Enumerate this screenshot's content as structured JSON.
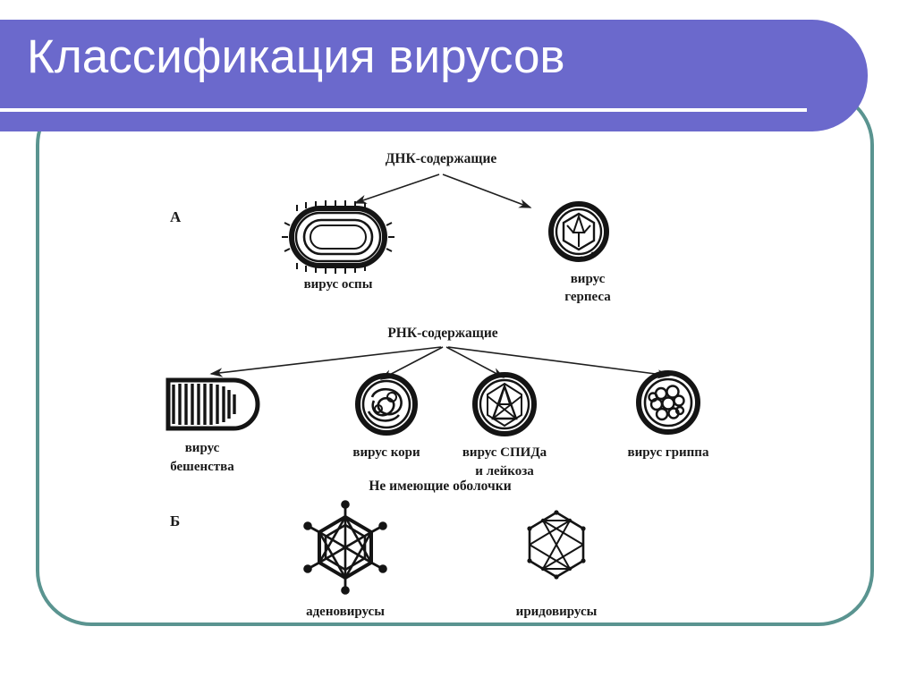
{
  "slide": {
    "title": "Классификация вирусов",
    "banner_color": "#6b69cc",
    "frame_color": "#5a9490",
    "background_color": "#ffffff",
    "underline_color": "#ffffff"
  },
  "diagram": {
    "group_labels": {
      "a": "А",
      "b": "Б"
    },
    "headers": {
      "dna": "ДНК-содержащие",
      "rna": "РНК-содержащие",
      "naked": "Не имеющие оболочки"
    },
    "dna_viruses": [
      {
        "name": "вирус оспы",
        "line1": "вирус оспы",
        "line2": "",
        "shape": "ovoid-brick"
      },
      {
        "name": "вирус герпеса",
        "line1": "вирус",
        "line2": "герпеса",
        "shape": "enveloped-icosahedral"
      }
    ],
    "rna_viruses": [
      {
        "name": "вирус бешенства",
        "line1": "вирус",
        "line2": "бешенства",
        "shape": "bullet"
      },
      {
        "name": "вирус кори",
        "line1": "вирус кори",
        "line2": "",
        "shape": "enveloped-helical"
      },
      {
        "name": "вирус СПИДа и лейкоза",
        "line1": "вирус СПИДа",
        "line2": "и лейкоза",
        "shape": "enveloped-cone"
      },
      {
        "name": "вирус гриппа",
        "line1": "вирус гриппа",
        "line2": "",
        "shape": "enveloped-granular"
      }
    ],
    "naked_viruses": [
      {
        "name": "аденовирусы",
        "line1": "аденовирусы",
        "line2": "",
        "shape": "icosahedral-fibers"
      },
      {
        "name": "иридовирусы",
        "line1": "иридовирусы",
        "line2": "",
        "shape": "icosahedral-open"
      }
    ]
  }
}
